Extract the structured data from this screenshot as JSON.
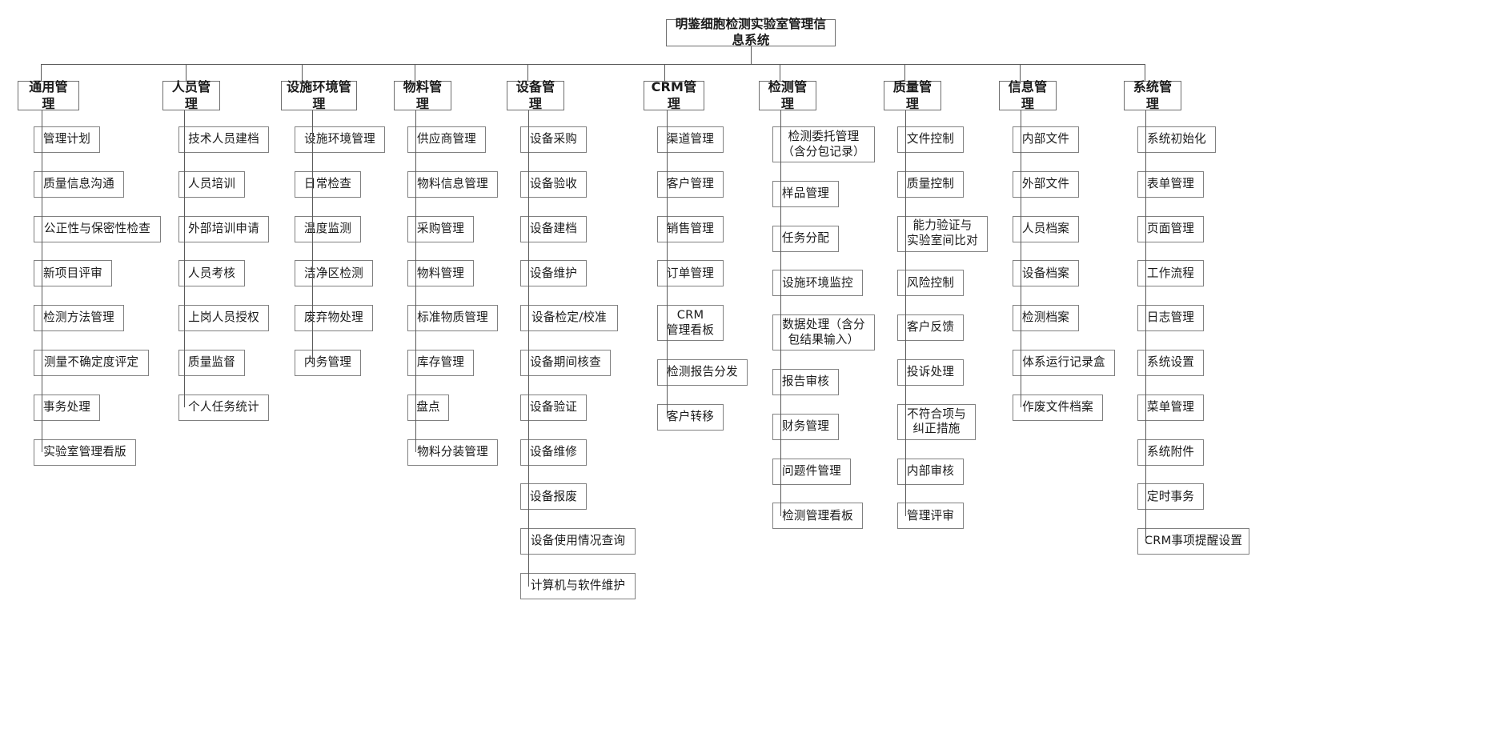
{
  "diagram": {
    "type": "org-chart",
    "title": "明鉴细胞检测实验室管理信息系统",
    "root": {
      "label": "明鉴细胞检测实验室管理信息系统"
    },
    "columns": [
      {
        "id": "general",
        "label": "通用管理",
        "items": [
          {
            "label": "管理计划"
          },
          {
            "label": "质量信息沟通"
          },
          {
            "label": "公正性与保密性检查"
          },
          {
            "label": "新项目评审"
          },
          {
            "label": "检测方法管理"
          },
          {
            "label": "测量不确定度评定"
          },
          {
            "label": "事务处理"
          },
          {
            "label": "实验室管理看版"
          }
        ]
      },
      {
        "id": "personnel",
        "label": "人员管理",
        "items": [
          {
            "label": "技术人员建档"
          },
          {
            "label": "人员培训"
          },
          {
            "label": "外部培训申请"
          },
          {
            "label": "人员考核"
          },
          {
            "label": "上岗人员授权"
          },
          {
            "label": "质量监督"
          },
          {
            "label": "个人任务统计"
          }
        ]
      },
      {
        "id": "facility",
        "label": "设施环境管理",
        "items": [
          {
            "label": "设施环境管理"
          },
          {
            "label": "日常检查"
          },
          {
            "label": "温度监测"
          },
          {
            "label": "洁净区检测"
          },
          {
            "label": "废弃物处理"
          },
          {
            "label": "内务管理"
          }
        ]
      },
      {
        "id": "material",
        "label": "物料管理",
        "items": [
          {
            "label": "供应商管理"
          },
          {
            "label": "物料信息管理"
          },
          {
            "label": "采购管理"
          },
          {
            "label": "物料管理"
          },
          {
            "label": "标准物质管理"
          },
          {
            "label": "库存管理"
          },
          {
            "label": "盘点"
          },
          {
            "label": "物料分装管理"
          }
        ]
      },
      {
        "id": "equipment",
        "label": "设备管理",
        "items": [
          {
            "label": "设备采购"
          },
          {
            "label": "设备验收"
          },
          {
            "label": "设备建档"
          },
          {
            "label": "设备维护"
          },
          {
            "label": "设备检定/校准"
          },
          {
            "label": "设备期间核查"
          },
          {
            "label": "设备验证"
          },
          {
            "label": "设备维修"
          },
          {
            "label": "设备报废"
          },
          {
            "label": "设备使用情况查询"
          },
          {
            "label": "计算机与软件维护"
          }
        ]
      },
      {
        "id": "crm",
        "label": "CRM管理",
        "items": [
          {
            "label": "渠道管理"
          },
          {
            "label": "客户管理"
          },
          {
            "label": "销售管理"
          },
          {
            "label": "订单管理"
          },
          {
            "label": "CRM\n管理看板"
          },
          {
            "label": "检测报告分发"
          },
          {
            "label": "客户转移"
          }
        ]
      },
      {
        "id": "testing",
        "label": "检测管理",
        "items": [
          {
            "label": "检测委托管理\n（含分包记录）"
          },
          {
            "label": "样品管理"
          },
          {
            "label": "任务分配"
          },
          {
            "label": "设施环境监控"
          },
          {
            "label": "数据处理（含分\n包结果输入）"
          },
          {
            "label": "报告审核"
          },
          {
            "label": "财务管理"
          },
          {
            "label": "问题件管理"
          },
          {
            "label": "检测管理看板"
          }
        ]
      },
      {
        "id": "quality",
        "label": "质量管理",
        "items": [
          {
            "label": "文件控制"
          },
          {
            "label": "质量控制"
          },
          {
            "label": "能力验证与\n实验室间比对"
          },
          {
            "label": "风险控制"
          },
          {
            "label": "客户反馈"
          },
          {
            "label": "投诉处理"
          },
          {
            "label": "不符合项与\n纠正措施"
          },
          {
            "label": "内部审核"
          },
          {
            "label": "管理评审"
          }
        ]
      },
      {
        "id": "information",
        "label": "信息管理",
        "items": [
          {
            "label": "内部文件"
          },
          {
            "label": "外部文件"
          },
          {
            "label": "人员档案"
          },
          {
            "label": "设备档案"
          },
          {
            "label": "检测档案"
          },
          {
            "label": "体系运行记录盒"
          },
          {
            "label": "作废文件档案"
          }
        ]
      },
      {
        "id": "system",
        "label": "系统管理",
        "items": [
          {
            "label": "系统初始化"
          },
          {
            "label": "表单管理"
          },
          {
            "label": "页面管理"
          },
          {
            "label": "工作流程"
          },
          {
            "label": "日志管理"
          },
          {
            "label": "系统设置"
          },
          {
            "label": "菜单管理"
          },
          {
            "label": "系统附件"
          },
          {
            "label": "定时事务"
          },
          {
            "label": "CRM事项提醒设置"
          }
        ]
      }
    ],
    "colors": {
      "box_border": "#808080",
      "cat_border": "#6e6e6e",
      "line": "#5a5a5a",
      "text": "#1a1a1a",
      "background": "#ffffff"
    }
  }
}
